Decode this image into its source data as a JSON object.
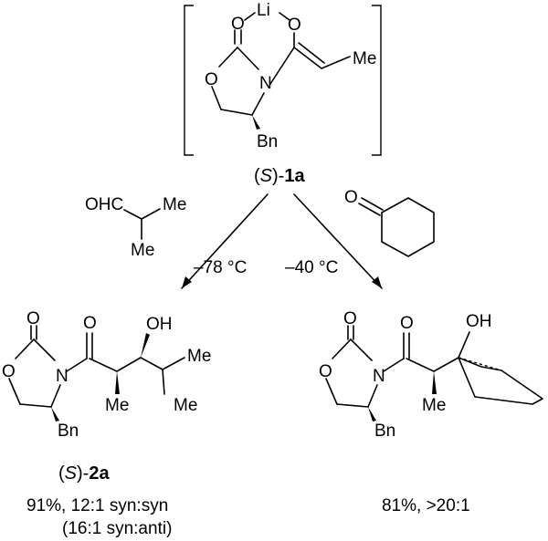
{
  "reactant": {
    "li": "Li",
    "o": "O",
    "n": "N",
    "me": "Me",
    "bn": "Bn",
    "name_prefix": "(",
    "name_s": "S",
    "name_suffix": ")-",
    "name_bold": "1a"
  },
  "reagents": {
    "aldehyde_ohc": "OHC",
    "aldehyde_me1": "Me",
    "aldehyde_me2": "Me",
    "ketone_o": "O",
    "temp_left": "–78 °C",
    "temp_right": "–40 °C"
  },
  "product_left": {
    "o": "O",
    "n": "N",
    "oh": "OH",
    "me": "Me",
    "bn": "Bn",
    "name_prefix": "(",
    "name_s": "S",
    "name_suffix": ")-",
    "name_bold": "2a",
    "yield_line1": "91%, 12:1 syn:syn",
    "yield_line2": "(16:1 syn:anti)"
  },
  "product_right": {
    "o": "O",
    "n": "N",
    "oh": "OH",
    "me": "Me",
    "bn": "Bn",
    "yield_line1": "81%, >20:1"
  }
}
